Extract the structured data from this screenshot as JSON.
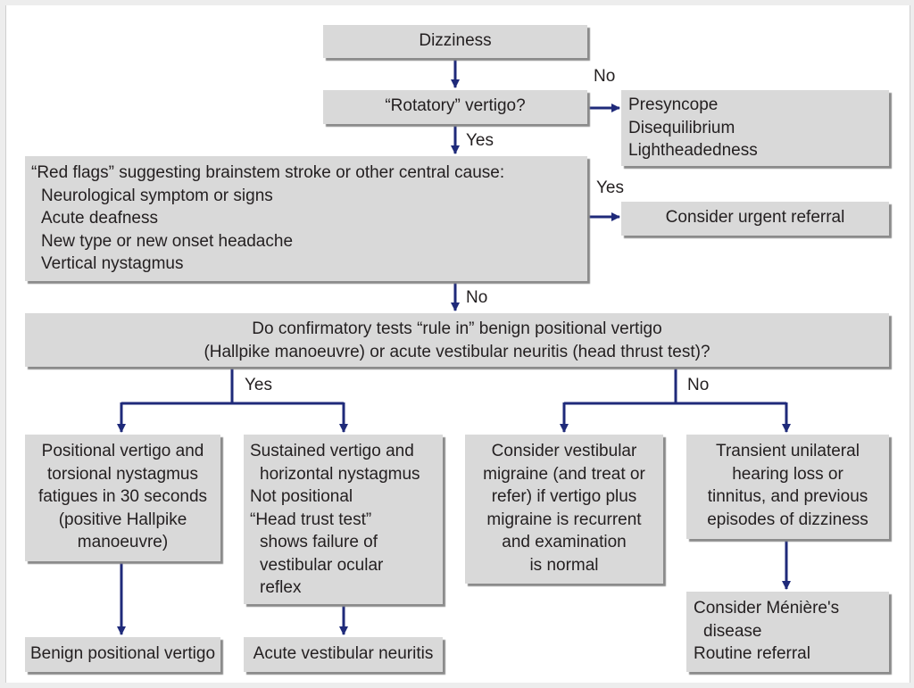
{
  "colors": {
    "box_fill": "#d9d9d9",
    "box_shadow": "#8b8b8b",
    "arrow": "#1f2a7a",
    "text": "#231f20",
    "page": "#ffffff"
  },
  "nodes": {
    "dizziness": {
      "lines": [
        "Dizziness"
      ]
    },
    "rotatory": {
      "lines": [
        "“Rotatory” vertigo?"
      ]
    },
    "presyncope": {
      "lines": [
        "Presyncope",
        "Disequilibrium",
        "Lightheadedness"
      ]
    },
    "red_flags": {
      "title": "“Red flags” suggesting brainstem stroke  or other central cause:",
      "items": [
        "Neurological symptom or signs",
        "Acute deafness",
        "New type or new onset headache",
        "Vertical nystagmus"
      ]
    },
    "urgent": {
      "lines": [
        "Consider urgent referral"
      ]
    },
    "confirm": {
      "lines": [
        "Do confirmatory tests “rule in” benign positional vertigo",
        "(Hallpike manoeuvre) or acute vestibular neuritis (head thrust test)?"
      ]
    },
    "positional": {
      "lines": [
        "Positional vertigo and",
        "torsional nystagmus",
        "fatigues in 30 seconds",
        "(positive Hallpike",
        "manoeuvre)"
      ]
    },
    "sustained": {
      "lines": [
        "Sustained vertigo and",
        "horizontal nystagmus",
        "Not positional",
        "“Head trust test”",
        "shows failure of",
        "vestibular ocular",
        "reflex"
      ]
    },
    "migraine": {
      "lines": [
        "Consider vestibular",
        "migraine (and treat or",
        "refer) if vertigo plus",
        "migraine is recurrent",
        "and examination",
        "is normal"
      ]
    },
    "transient": {
      "lines": [
        "Transient unilateral",
        "hearing loss or",
        "tinnitus, and previous",
        "episodes of dizziness"
      ]
    },
    "bpv": {
      "lines": [
        "Benign positional vertigo"
      ]
    },
    "avn": {
      "lines": [
        "Acute vestibular neuritis"
      ]
    },
    "meniere": {
      "lines": [
        "Consider Ménière's",
        "disease",
        "Routine referral"
      ]
    }
  },
  "edge_labels": {
    "no_rotatory": "No",
    "yes_rotatory": "Yes",
    "yes_redflags": "Yes",
    "no_redflags": "No",
    "yes_confirm": "Yes",
    "no_confirm": "No"
  }
}
